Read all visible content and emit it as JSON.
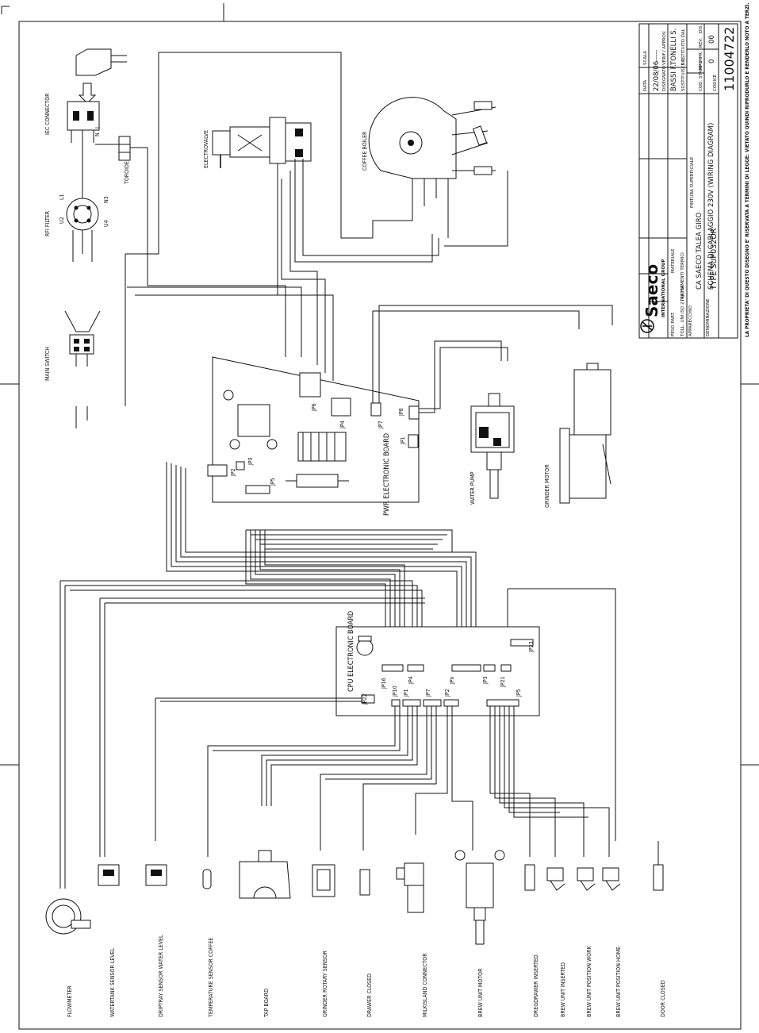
{
  "components": {
    "iec_connector": "IEC CONNECTOR",
    "toroide": "TOROIDE",
    "rfi_filter": "RFI FILTER",
    "main_switch": "MAIN SWITCH",
    "electrovalve": "ELECTROVALVE",
    "coffee_boiler": "COFFEE BOILER",
    "water_pump": "WATER PUMP",
    "grinder_motor": "GRINDER MOTOR"
  },
  "rfi_pins": [
    "L1",
    "U2",
    "N3",
    "U4"
  ],
  "iec_pins": [
    "L",
    "N"
  ],
  "pwr_board": {
    "name": "PWR ELECTRONIC BOARD",
    "connectors": [
      "JP1",
      "JP2",
      "JP3",
      "JP4",
      "JP5",
      "JP6",
      "JP7",
      "JP8"
    ]
  },
  "cpu_board": {
    "name": "CPU ELECTRONIC BOARD",
    "connectors": [
      "JP1",
      "JP2",
      "JP3",
      "JP4",
      "JP5",
      "JP7",
      "JPx",
      "JP10",
      "JP16",
      "JP21",
      "JP22",
      "JP23"
    ]
  },
  "peripherals": [
    "FLOWMETER",
    "WATERTANK SENSOR LEVEL",
    "DRIPTRAY SENSOR WATER LEVEL",
    "TEMPERATURE SENSOR COFFEE",
    "TAP BOARD",
    "GRINDER ROTARY SENSOR",
    "DRAWER CLOSED",
    "MILKISLAND CONNECTOR",
    "BREW UNIT MOTOR",
    "DREGDRAWER INSERTED",
    "BREW UNIT INSERTED",
    "BREW UNIT POSITION WORK",
    "BREW UNIT POSITION HOME",
    "DOOR CLOSED"
  ],
  "title_block": {
    "brand": "Saeco",
    "brand_sub": "INTERNATIONAL GROUP",
    "peso_label": "PESO PART.",
    "toll_label": "TOLL. UNI ISO 2768 mK",
    "materiale_label": "MATERIALE",
    "trattamenti_label": "TRATTAMENTI TERMICI",
    "pittura_label": "PINTURA SUPERFICIALE",
    "apparecchio_label": "APPARECCHIO",
    "apparecchio": "CA SAECO TALEA GIRO",
    "denominazione_label": "DENOMINAZIONE",
    "denominazione_1": "SCHEMA DI CABLAGGIO 230V (WIRING DIAGRAM)",
    "denominazione_2": "TYPE SUP032OR",
    "data_label": "DATA",
    "data": "22/08/06",
    "scala_label": "SCALA",
    "scala": "-----",
    "disegnato_label": "DISEGNATO",
    "disegnato": "BASSI F.",
    "verif_label": "VERIF./ APPROV.",
    "verif": "TONELLI S.",
    "sostituisce_label": "SOSTITUISCE IL",
    "sostituito_label": "SOSTITUITO DAL",
    "cod_stampo_label": "COD. STAMPO",
    "n_impr_label": "Nº IMPR.",
    "rev_label": "REV.",
    "dis_label": "DIS.",
    "n_impr": "0",
    "rev": "00",
    "codice_label": "CODICE",
    "codice": "11004722",
    "disclaimer": "LA PROPRIETA' DI QUESTO DISEGNO E' RISERVATA A TERMINI DI LEGGE: VIETATO QUINDI RIPRODURLO E RENDERLO NOTO A TERZI."
  }
}
